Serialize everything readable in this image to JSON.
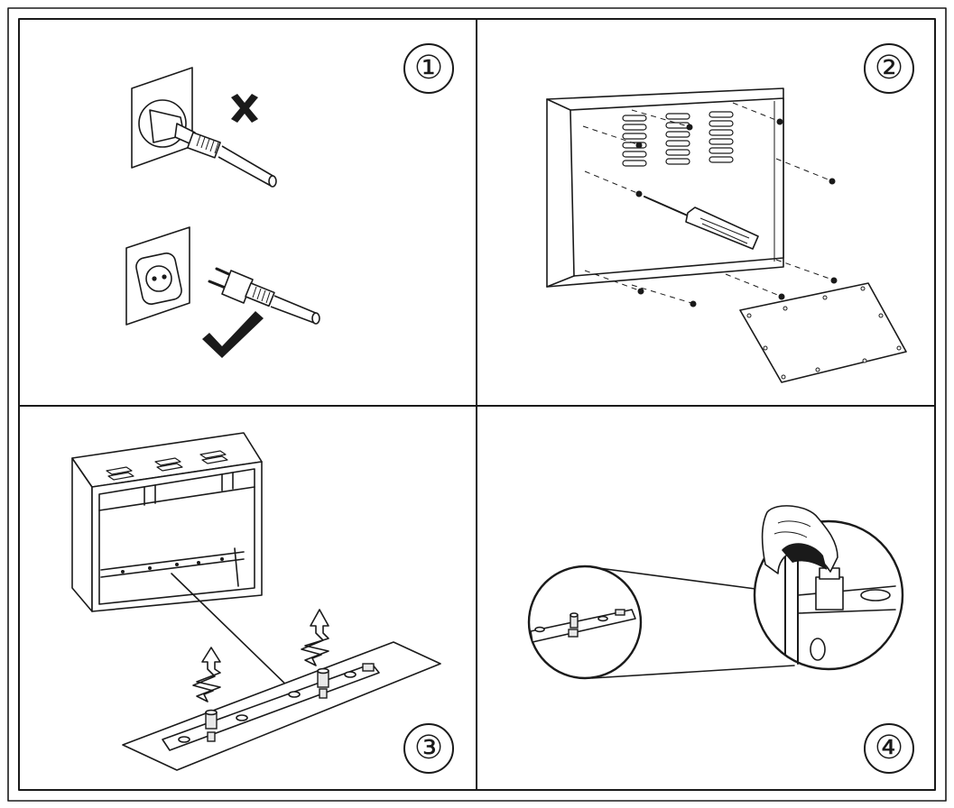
{
  "steps": [
    {
      "number": "①",
      "panel": "top-left"
    },
    {
      "number": "②",
      "panel": "top-right"
    },
    {
      "number": "③",
      "panel": "bottom-left"
    },
    {
      "number": "④",
      "panel": "bottom-right"
    }
  ],
  "colors": {
    "ink": "#1a1a1a",
    "paper": "#ffffff"
  },
  "icons": {
    "wrong": "cross-mark-icon",
    "right": "check-mark-icon",
    "screwdriver": "screwdriver-icon",
    "lift": "up-arrow-icon"
  }
}
